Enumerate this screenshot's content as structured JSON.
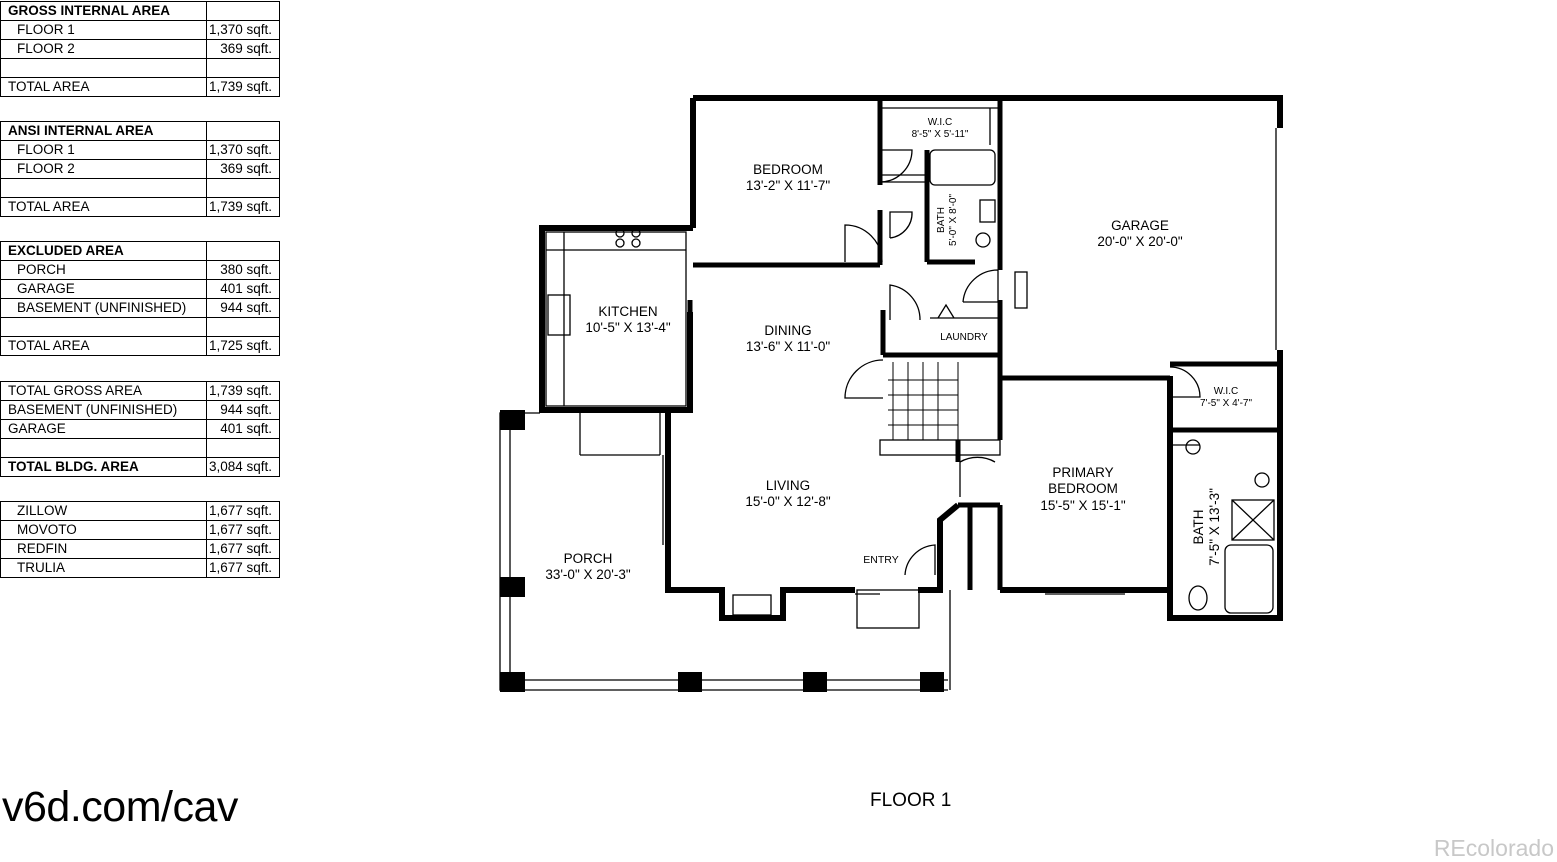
{
  "tables": [
    {
      "rows": [
        {
          "label": "GROSS INTERNAL AREA",
          "value": "",
          "kind": "header"
        },
        {
          "label": "FLOOR 1",
          "value": "1,370 sqft.",
          "kind": "item"
        },
        {
          "label": "FLOOR 2",
          "value": "369 sqft.",
          "kind": "item"
        },
        {
          "label": "",
          "value": "",
          "kind": "blank"
        },
        {
          "label": "TOTAL AREA",
          "value": "1,739 sqft.",
          "kind": "total"
        }
      ]
    },
    {
      "rows": [
        {
          "label": "ANSI INTERNAL AREA",
          "value": "",
          "kind": "header"
        },
        {
          "label": "FLOOR 1",
          "value": "1,370 sqft.",
          "kind": "item"
        },
        {
          "label": "FLOOR 2",
          "value": "369 sqft.",
          "kind": "item"
        },
        {
          "label": "",
          "value": "",
          "kind": "blank"
        },
        {
          "label": "TOTAL AREA",
          "value": "1,739 sqft.",
          "kind": "total"
        }
      ]
    },
    {
      "rows": [
        {
          "label": "EXCLUDED AREA",
          "value": "",
          "kind": "header"
        },
        {
          "label": "PORCH",
          "value": "380 sqft.",
          "kind": "item"
        },
        {
          "label": "GARAGE",
          "value": "401 sqft.",
          "kind": "item"
        },
        {
          "label": "BASEMENT (UNFINISHED)",
          "value": "944 sqft.",
          "kind": "item"
        },
        {
          "label": "",
          "value": "",
          "kind": "blank"
        },
        {
          "label": "TOTAL AREA",
          "value": "1,725 sqft.",
          "kind": "total"
        }
      ]
    },
    {
      "rows": [
        {
          "label": "TOTAL GROSS AREA",
          "value": "1,739 sqft.",
          "kind": "total"
        },
        {
          "label": "BASEMENT (UNFINISHED)",
          "value": "944 sqft.",
          "kind": "total"
        },
        {
          "label": "GARAGE",
          "value": "401 sqft.",
          "kind": "total"
        },
        {
          "label": "",
          "value": "",
          "kind": "blank"
        },
        {
          "label": "TOTAL BLDG. AREA",
          "value": "3,084 sqft.",
          "kind": "header"
        }
      ]
    },
    {
      "rows": [
        {
          "label": "ZILLOW",
          "value": "1,677 sqft.",
          "kind": "item"
        },
        {
          "label": "MOVOTO",
          "value": "1,677 sqft.",
          "kind": "item"
        },
        {
          "label": "REDFIN",
          "value": "1,677 sqft.",
          "kind": "item"
        },
        {
          "label": "TRULIA",
          "value": "1,677 sqft.",
          "kind": "item"
        }
      ]
    }
  ],
  "rooms": {
    "wic_top": {
      "name": "W.I.C",
      "dims": "8'-5\" X 5'-11\""
    },
    "bedroom": {
      "name": "BEDROOM",
      "dims": "13'-2\" X 11'-7\""
    },
    "bath_small": {
      "name": "BATH",
      "dims": "5'-0\" X 8'-0\""
    },
    "garage": {
      "name": "GARAGE",
      "dims": "20'-0\" X 20'-0\""
    },
    "kitchen": {
      "name": "KITCHEN",
      "dims": "10'-5\" X 13'-4\""
    },
    "dining": {
      "name": "DINING",
      "dims": "13'-6\" X 11'-0\""
    },
    "laundry": {
      "name": "LAUNDRY"
    },
    "wic_primary": {
      "name": "W.I.C",
      "dims": "7'-5\" X 4'-7\""
    },
    "primary": {
      "name1": "PRIMARY",
      "name2": "BEDROOM",
      "dims": "15'-5\" X 15'-1\""
    },
    "bath_primary": {
      "name": "BATH",
      "dims": "7'-5\" X 13'-3\""
    },
    "living": {
      "name": "LIVING",
      "dims": "15'-0\" X 12'-8\""
    },
    "porch": {
      "name": "PORCH",
      "dims": "33'-0\" X 20'-3\""
    },
    "entry": {
      "name": "ENTRY"
    }
  },
  "url": "v6d.com/cav",
  "floor_label": "FLOOR 1",
  "watermark": "REcolorado"
}
